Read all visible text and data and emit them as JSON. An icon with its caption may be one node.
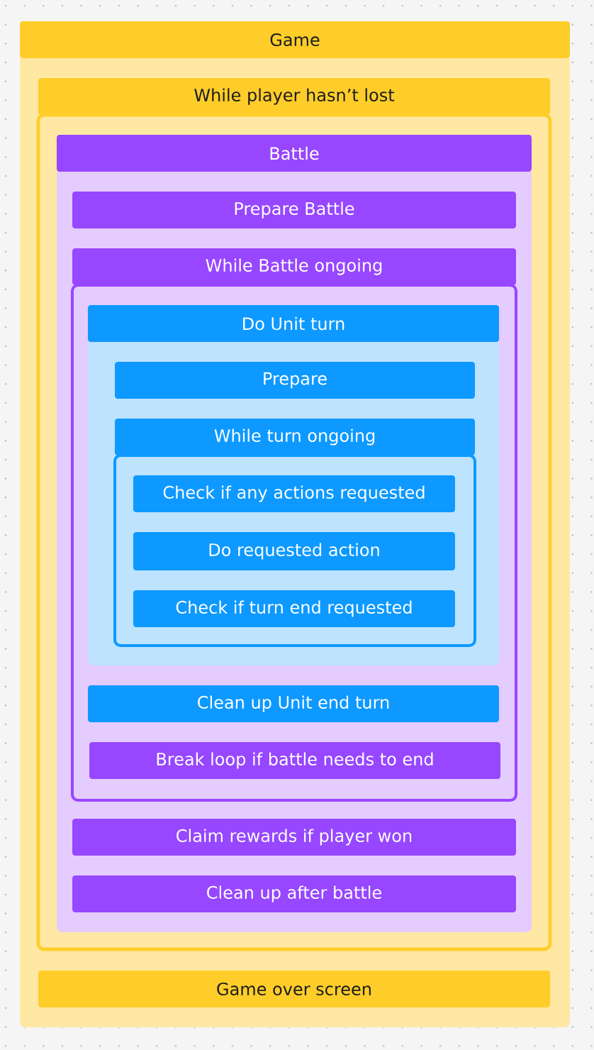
{
  "diagram": {
    "nodes": [
      {
        "text": [
          "Game"
        ]
      },
      {
        "text": [],
        "shape": "box"
      },
      {
        "text": [
          "While player hasn’t lost"
        ],
        "in": 1
      },
      {
        "text": [],
        "shape": "box",
        "in": 1
      },
      {
        "text": [
          "Battle"
        ],
        "in": 3
      },
      {
        "text": [],
        "shape": "box",
        "in": 3
      },
      {
        "text": [
          "Prepare Battle"
        ],
        "in": 5
      },
      {
        "text": [
          "While Battle ongoing"
        ],
        "in": 5
      },
      {
        "text": [],
        "shape": "box",
        "in": 5
      },
      {
        "text": [
          "Do Unit turn"
        ],
        "in": 8
      },
      {
        "text": [],
        "shape": "box",
        "in": 8
      },
      {
        "text": [
          "Prepare"
        ],
        "in": 10
      },
      {
        "text": [
          "While turn ongoing"
        ],
        "in": 10
      },
      {
        "text": [],
        "shape": "box",
        "in": 10
      },
      {
        "text": [
          "Check if any actions requested"
        ],
        "in": 13
      },
      {
        "text": [
          "Do requested action"
        ],
        "in": 13
      },
      {
        "text": [
          "Check if turn end requested"
        ],
        "in": 13
      },
      {
        "text": [
          "Clean up Unit end turn"
        ],
        "in": 8
      },
      {
        "text": [
          "Break loop if battle needs to end"
        ],
        "in": 8
      },
      {
        "text": [
          "Claim rewards if player won"
        ],
        "in": 5
      },
      {
        "text": [
          "Clean up after battle"
        ],
        "in": 5
      },
      {
        "text": [
          "Game over screen"
        ],
        "in": 1
      }
    ]
  }
}
